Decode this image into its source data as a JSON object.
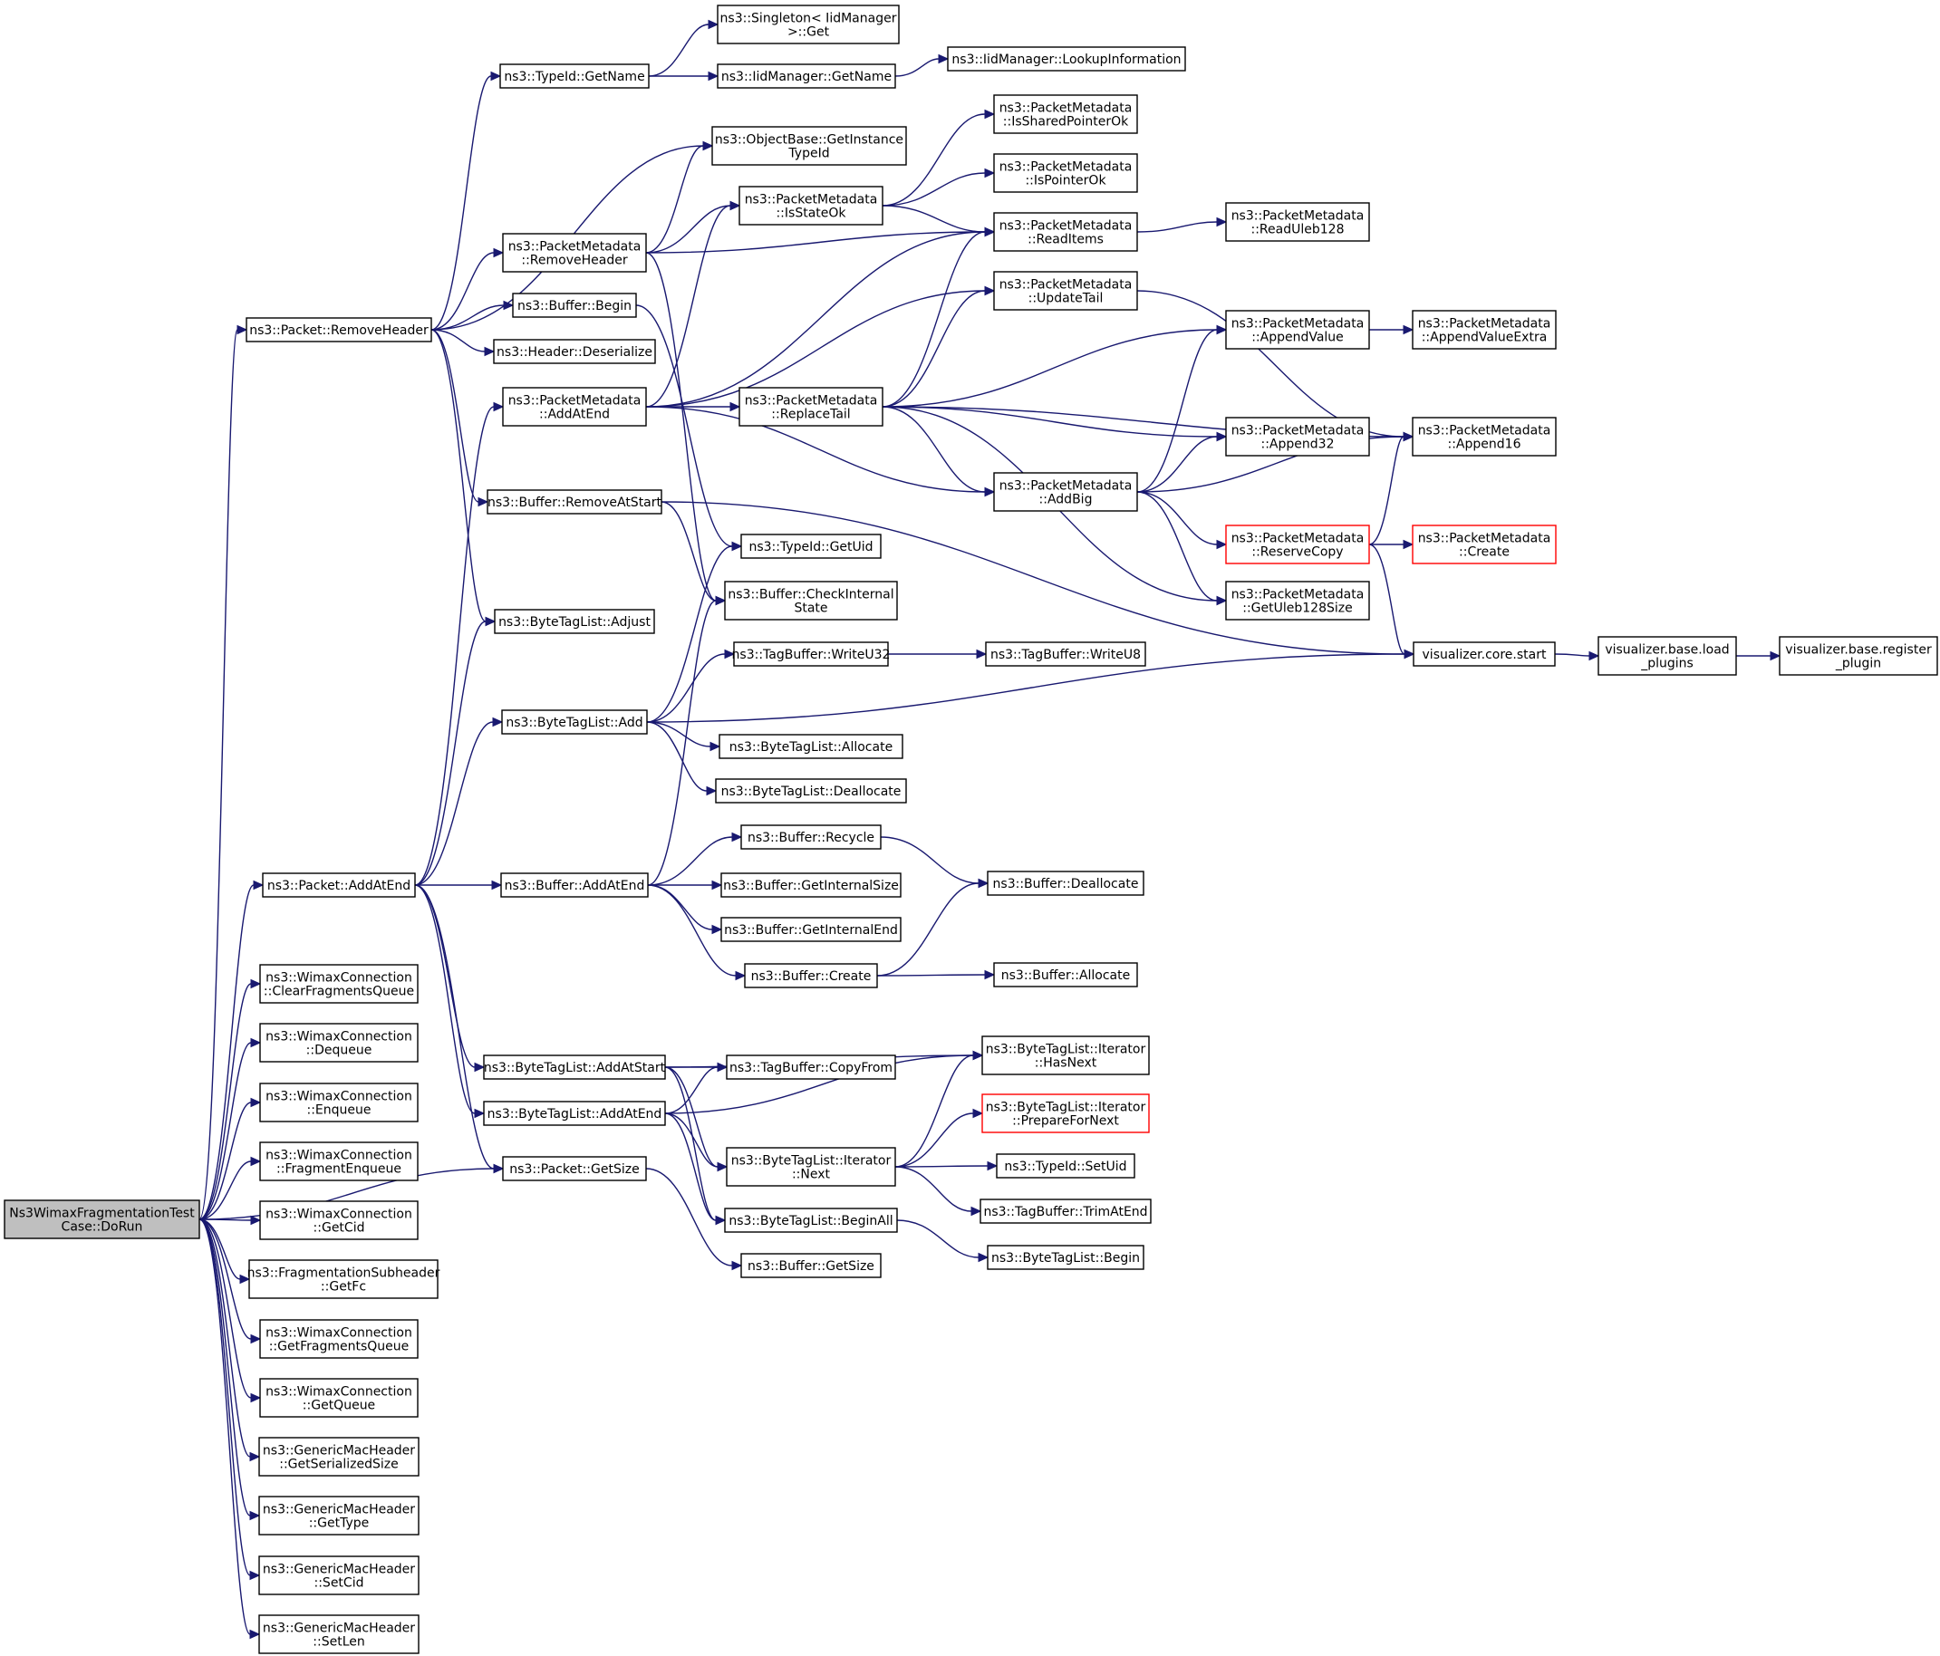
{
  "nodes": [
    {
      "id": "root",
      "lines": [
        "Ns3WimaxFragmentationTest",
        "Case::DoRun"
      ],
      "root": true
    },
    {
      "id": "pkt_removeheader",
      "lines": [
        "ns3::Packet::RemoveHeader"
      ]
    },
    {
      "id": "pkt_addatend",
      "lines": [
        "ns3::Packet::AddAtEnd"
      ]
    },
    {
      "id": "wc_clearfrag",
      "lines": [
        "ns3::WimaxConnection",
        "::ClearFragmentsQueue"
      ]
    },
    {
      "id": "wc_dequeue",
      "lines": [
        "ns3::WimaxConnection",
        "::Dequeue"
      ]
    },
    {
      "id": "wc_enqueue",
      "lines": [
        "ns3::WimaxConnection",
        "::Enqueue"
      ]
    },
    {
      "id": "wc_fragenqueue",
      "lines": [
        "ns3::WimaxConnection",
        "::FragmentEnqueue"
      ]
    },
    {
      "id": "wc_getcid",
      "lines": [
        "ns3::WimaxConnection",
        "::GetCid"
      ]
    },
    {
      "id": "fs_getfc",
      "lines": [
        "ns3::FragmentationSubheader",
        "::GetFc"
      ]
    },
    {
      "id": "wc_getfragq",
      "lines": [
        "ns3::WimaxConnection",
        "::GetFragmentsQueue"
      ]
    },
    {
      "id": "wc_getqueue",
      "lines": [
        "ns3::WimaxConnection",
        "::GetQueue"
      ]
    },
    {
      "id": "gmh_getser",
      "lines": [
        "ns3::GenericMacHeader",
        "::GetSerializedSize"
      ]
    },
    {
      "id": "gmh_gettype",
      "lines": [
        "ns3::GenericMacHeader",
        "::GetType"
      ]
    },
    {
      "id": "gmh_setcid",
      "lines": [
        "ns3::GenericMacHeader",
        "::SetCid"
      ]
    },
    {
      "id": "gmh_setlen",
      "lines": [
        "ns3::GenericMacHeader",
        "::SetLen"
      ]
    },
    {
      "id": "typeid_getname",
      "lines": [
        "ns3::TypeId::GetName"
      ]
    },
    {
      "id": "pm_removeheader",
      "lines": [
        "ns3::PacketMetadata",
        "::RemoveHeader"
      ]
    },
    {
      "id": "buf_begin",
      "lines": [
        "ns3::Buffer::Begin"
      ]
    },
    {
      "id": "hdr_deser",
      "lines": [
        "ns3::Header::Deserialize"
      ]
    },
    {
      "id": "pm_addatend",
      "lines": [
        "ns3::PacketMetadata",
        "::AddAtEnd"
      ]
    },
    {
      "id": "buf_removeatstart",
      "lines": [
        "ns3::Buffer::RemoveAtStart"
      ]
    },
    {
      "id": "btl_adjust",
      "lines": [
        "ns3::ByteTagList::Adjust"
      ]
    },
    {
      "id": "btl_add",
      "lines": [
        "ns3::ByteTagList::Add"
      ]
    },
    {
      "id": "buf_addatend",
      "lines": [
        "ns3::Buffer::AddAtEnd"
      ]
    },
    {
      "id": "btl_addatstart",
      "lines": [
        "ns3::ByteTagList::AddAtStart"
      ]
    },
    {
      "id": "btl_addatend",
      "lines": [
        "ns3::ByteTagList::AddAtEnd"
      ]
    },
    {
      "id": "pkt_getsize",
      "lines": [
        "ns3::Packet::GetSize"
      ]
    },
    {
      "id": "singleton_get",
      "lines": [
        "ns3::Singleton< IidManager",
        ">::Get"
      ]
    },
    {
      "id": "iid_getname",
      "lines": [
        "ns3::IidManager::GetName"
      ]
    },
    {
      "id": "ob_getinst",
      "lines": [
        "ns3::ObjectBase::GetInstance",
        "TypeId"
      ]
    },
    {
      "id": "pm_isstateok",
      "lines": [
        "ns3::PacketMetadata",
        "::IsStateOk"
      ]
    },
    {
      "id": "pm_replacetail",
      "lines": [
        "ns3::PacketMetadata",
        "::ReplaceTail"
      ]
    },
    {
      "id": "typeid_getuid",
      "lines": [
        "ns3::TypeId::GetUid"
      ]
    },
    {
      "id": "buf_checkinternal",
      "lines": [
        "ns3::Buffer::CheckInternal",
        "State"
      ]
    },
    {
      "id": "tb_writeu32",
      "lines": [
        "ns3::TagBuffer::WriteU32"
      ]
    },
    {
      "id": "btl_allocate",
      "lines": [
        "ns3::ByteTagList::Allocate"
      ]
    },
    {
      "id": "btl_deallocate",
      "lines": [
        "ns3::ByteTagList::Deallocate"
      ]
    },
    {
      "id": "buf_recycle",
      "lines": [
        "ns3::Buffer::Recycle"
      ]
    },
    {
      "id": "buf_getinternalsize",
      "lines": [
        "ns3::Buffer::GetInternalSize"
      ]
    },
    {
      "id": "buf_getinternalend",
      "lines": [
        "ns3::Buffer::GetInternalEnd"
      ]
    },
    {
      "id": "buf_create",
      "lines": [
        "ns3::Buffer::Create"
      ]
    },
    {
      "id": "tb_copyfrom",
      "lines": [
        "ns3::TagBuffer::CopyFrom"
      ]
    },
    {
      "id": "btli_next",
      "lines": [
        "ns3::ByteTagList::Iterator",
        "::Next"
      ]
    },
    {
      "id": "btl_beginall",
      "lines": [
        "ns3::ByteTagList::BeginAll"
      ]
    },
    {
      "id": "buf_getsize",
      "lines": [
        "ns3::Buffer::GetSize"
      ]
    },
    {
      "id": "iid_lookup",
      "lines": [
        "ns3::IidManager::LookupInformation"
      ]
    },
    {
      "id": "pm_issharedptr",
      "lines": [
        "ns3::PacketMetadata",
        "::IsSharedPointerOk"
      ]
    },
    {
      "id": "pm_isptrok",
      "lines": [
        "ns3::PacketMetadata",
        "::IsPointerOk"
      ]
    },
    {
      "id": "pm_readitems",
      "lines": [
        "ns3::PacketMetadata",
        "::ReadItems"
      ]
    },
    {
      "id": "pm_updatetail",
      "lines": [
        "ns3::PacketMetadata",
        "::UpdateTail"
      ]
    },
    {
      "id": "pm_addbig",
      "lines": [
        "ns3::PacketMetadata",
        "::AddBig"
      ]
    },
    {
      "id": "tb_writeu8",
      "lines": [
        "ns3::TagBuffer::WriteU8"
      ]
    },
    {
      "id": "buf_deallocate",
      "lines": [
        "ns3::Buffer::Deallocate"
      ]
    },
    {
      "id": "buf_allocate",
      "lines": [
        "ns3::Buffer::Allocate"
      ]
    },
    {
      "id": "btli_hasnext",
      "lines": [
        "ns3::ByteTagList::Iterator",
        "::HasNext"
      ]
    },
    {
      "id": "btli_prepare",
      "lines": [
        "ns3::ByteTagList::Iterator",
        "::PrepareForNext"
      ],
      "red": true
    },
    {
      "id": "typeid_setuid",
      "lines": [
        "ns3::TypeId::SetUid"
      ]
    },
    {
      "id": "tb_trimatend",
      "lines": [
        "ns3::TagBuffer::TrimAtEnd"
      ]
    },
    {
      "id": "btl_begin",
      "lines": [
        "ns3::ByteTagList::Begin"
      ]
    },
    {
      "id": "pm_readuleb",
      "lines": [
        "ns3::PacketMetadata",
        "::ReadUleb128"
      ]
    },
    {
      "id": "pm_appendvalue",
      "lines": [
        "ns3::PacketMetadata",
        "::AppendValue"
      ]
    },
    {
      "id": "pm_append32",
      "lines": [
        "ns3::PacketMetadata",
        "::Append32"
      ]
    },
    {
      "id": "pm_reservecopy",
      "lines": [
        "ns3::PacketMetadata",
        "::ReserveCopy"
      ],
      "red": true
    },
    {
      "id": "pm_getuleb",
      "lines": [
        "ns3::PacketMetadata",
        "::GetUleb128Size"
      ]
    },
    {
      "id": "pm_appendvalueextra",
      "lines": [
        "ns3::PacketMetadata",
        "::AppendValueExtra"
      ]
    },
    {
      "id": "pm_append16",
      "lines": [
        "ns3::PacketMetadata",
        "::Append16"
      ]
    },
    {
      "id": "pm_create",
      "lines": [
        "ns3::PacketMetadata",
        "::Create"
      ],
      "red": true
    },
    {
      "id": "vis_start",
      "lines": [
        "visualizer.core.start"
      ]
    },
    {
      "id": "vis_loadplugins",
      "lines": [
        "visualizer.base.load",
        "_plugins"
      ]
    },
    {
      "id": "vis_register",
      "lines": [
        "visualizer.base.register",
        "_plugin"
      ]
    }
  ],
  "edges": [
    [
      "root",
      "pkt_removeheader"
    ],
    [
      "root",
      "pkt_addatend"
    ],
    [
      "root",
      "wc_clearfrag"
    ],
    [
      "root",
      "wc_dequeue"
    ],
    [
      "root",
      "wc_enqueue"
    ],
    [
      "root",
      "wc_fragenqueue"
    ],
    [
      "root",
      "wc_getcid"
    ],
    [
      "root",
      "fs_getfc"
    ],
    [
      "root",
      "wc_getfragq"
    ],
    [
      "root",
      "wc_getqueue"
    ],
    [
      "root",
      "gmh_getser"
    ],
    [
      "root",
      "gmh_gettype"
    ],
    [
      "root",
      "gmh_setcid"
    ],
    [
      "root",
      "gmh_setlen"
    ],
    [
      "root",
      "pkt_getsize"
    ],
    [
      "pkt_removeheader",
      "typeid_getname"
    ],
    [
      "pkt_removeheader",
      "ob_getinst"
    ],
    [
      "pkt_removeheader",
      "pm_removeheader"
    ],
    [
      "pkt_removeheader",
      "buf_begin"
    ],
    [
      "pkt_removeheader",
      "hdr_deser"
    ],
    [
      "pkt_removeheader",
      "buf_removeatstart"
    ],
    [
      "pkt_removeheader",
      "btl_adjust"
    ],
    [
      "typeid_getname",
      "singleton_get"
    ],
    [
      "typeid_getname",
      "iid_getname"
    ],
    [
      "iid_getname",
      "iid_lookup"
    ],
    [
      "pm_removeheader",
      "ob_getinst"
    ],
    [
      "pm_removeheader",
      "pm_isstateok"
    ],
    [
      "pm_removeheader",
      "pm_readitems"
    ],
    [
      "pm_removeheader",
      "buf_checkinternal"
    ],
    [
      "buf_begin",
      "typeid_getuid"
    ],
    [
      "pm_isstateok",
      "pm_issharedptr"
    ],
    [
      "pm_isstateok",
      "pm_isptrok"
    ],
    [
      "pm_isstateok",
      "pm_readitems"
    ],
    [
      "pm_readitems",
      "pm_readuleb"
    ],
    [
      "pm_addatend",
      "pm_isstateok"
    ],
    [
      "pm_addatend",
      "pm_readitems"
    ],
    [
      "pm_addatend",
      "pm_updatetail"
    ],
    [
      "pm_addatend",
      "pm_replacetail"
    ],
    [
      "pm_addatend",
      "pm_addbig"
    ],
    [
      "pm_replacetail",
      "pm_readitems"
    ],
    [
      "pm_replacetail",
      "pm_updatetail"
    ],
    [
      "pm_replacetail",
      "pm_appendvalue"
    ],
    [
      "pm_replacetail",
      "pm_append16"
    ],
    [
      "pm_replacetail",
      "pm_append32"
    ],
    [
      "pm_replacetail",
      "pm_addbig"
    ],
    [
      "pm_replacetail",
      "pm_getuleb"
    ],
    [
      "pm_updatetail",
      "pm_append16"
    ],
    [
      "pm_appendvalue",
      "pm_appendvalueextra"
    ],
    [
      "pm_addbig",
      "pm_appendvalue"
    ],
    [
      "pm_addbig",
      "pm_append32"
    ],
    [
      "pm_addbig",
      "pm_append16"
    ],
    [
      "pm_addbig",
      "pm_reservecopy"
    ],
    [
      "pm_addbig",
      "pm_getuleb"
    ],
    [
      "pm_reservecopy",
      "pm_append16"
    ],
    [
      "pm_reservecopy",
      "pm_create"
    ],
    [
      "pm_reservecopy",
      "vis_start"
    ],
    [
      "buf_removeatstart",
      "buf_checkinternal"
    ],
    [
      "buf_removeatstart",
      "vis_start"
    ],
    [
      "vis_start",
      "vis_loadplugins"
    ],
    [
      "vis_loadplugins",
      "vis_register"
    ],
    [
      "pkt_addatend",
      "pm_addatend"
    ],
    [
      "pkt_addatend",
      "btl_adjust"
    ],
    [
      "pkt_addatend",
      "btl_add"
    ],
    [
      "pkt_addatend",
      "buf_addatend"
    ],
    [
      "pkt_addatend",
      "btl_addatstart"
    ],
    [
      "pkt_addatend",
      "btl_addatend"
    ],
    [
      "pkt_addatend",
      "pkt_getsize"
    ],
    [
      "btl_add",
      "typeid_getuid"
    ],
    [
      "btl_add",
      "tb_writeu32"
    ],
    [
      "btl_add",
      "vis_start"
    ],
    [
      "btl_add",
      "btl_allocate"
    ],
    [
      "btl_add",
      "btl_deallocate"
    ],
    [
      "tb_writeu32",
      "tb_writeu8"
    ],
    [
      "buf_addatend",
      "buf_checkinternal"
    ],
    [
      "buf_addatend",
      "buf_recycle"
    ],
    [
      "buf_addatend",
      "buf_getinternalsize"
    ],
    [
      "buf_addatend",
      "buf_getinternalend"
    ],
    [
      "buf_addatend",
      "buf_create"
    ],
    [
      "buf_recycle",
      "buf_deallocate"
    ],
    [
      "buf_create",
      "buf_deallocate"
    ],
    [
      "buf_create",
      "buf_allocate"
    ],
    [
      "btl_addatstart",
      "btli_hasnext"
    ],
    [
      "btl_addatstart",
      "tb_copyfrom"
    ],
    [
      "btl_addatstart",
      "btli_next"
    ],
    [
      "btl_addatstart",
      "btl_beginall"
    ],
    [
      "btl_addatend",
      "btli_hasnext"
    ],
    [
      "btl_addatend",
      "tb_copyfrom"
    ],
    [
      "btl_addatend",
      "btli_next"
    ],
    [
      "btl_addatend",
      "btl_beginall"
    ],
    [
      "btli_next",
      "btli_hasnext"
    ],
    [
      "btli_next",
      "btli_prepare"
    ],
    [
      "btli_next",
      "typeid_setuid"
    ],
    [
      "btli_next",
      "tb_trimatend"
    ],
    [
      "btl_beginall",
      "btl_begin"
    ],
    [
      "pkt_getsize",
      "buf_getsize"
    ]
  ]
}
